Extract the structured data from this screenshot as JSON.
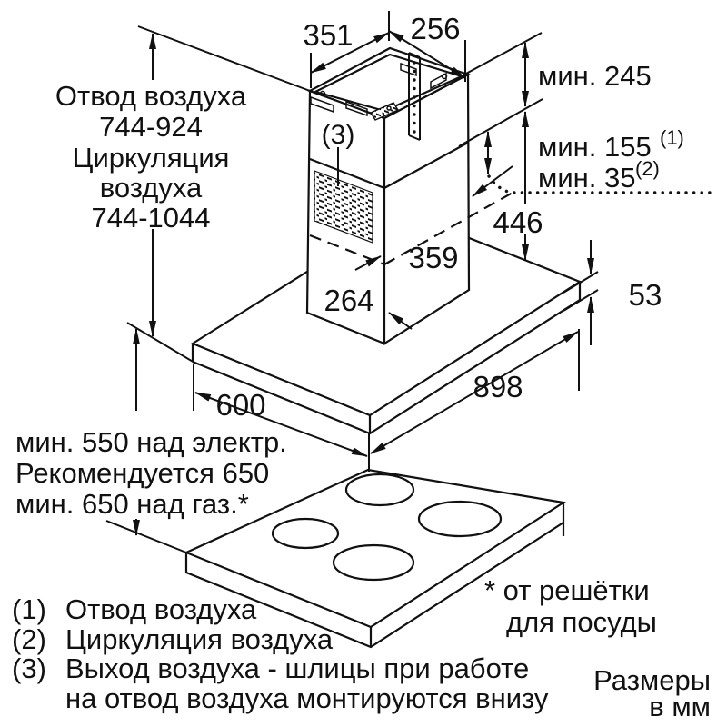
{
  "colors": {
    "ink": "#111111",
    "background": "#ffffff"
  },
  "dims": {
    "width_left": "351",
    "width_right": "256",
    "min_top": "мин. 245",
    "min_duct": "мин. 155",
    "min_duct_sup": "(1)",
    "min_recirc": "мин. 35",
    "min_recirc_sup": "(2)",
    "lower_section": "446",
    "canopy_thickness": "53",
    "chimney_depth": "359",
    "chimney_width": "264",
    "canopy_depth": "600",
    "canopy_width": "898",
    "marker3": "(3)"
  },
  "left_column": {
    "lines": [
      "Отвод воздуха",
      "744-924",
      "Циркуляция",
      "воздуха",
      "744-1044"
    ]
  },
  "clearance": {
    "lines": [
      "мин. 550 над электр.",
      "Рекомендуется 650",
      "мин. 650 над газ.*"
    ]
  },
  "footnotes": [
    {
      "num": "(1)",
      "text": "Отвод воздуха"
    },
    {
      "num": "(2)",
      "text": "Циркуляция воздуха"
    },
    {
      "num": "(3)",
      "text": "Выход воздуха - шлицы при работе"
    },
    {
      "num": "",
      "text": "на отвод воздуха монтируются внизу"
    }
  ],
  "asterisk_note": {
    "lines": [
      "* от решётки",
      "для посуды"
    ]
  },
  "units": {
    "lines": [
      "Размеры",
      "в мм"
    ]
  }
}
